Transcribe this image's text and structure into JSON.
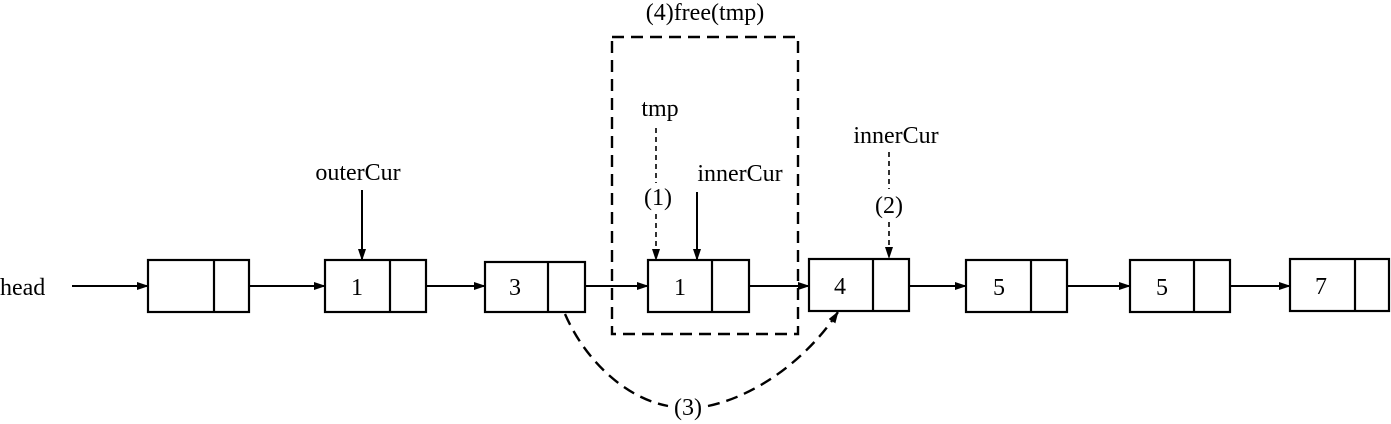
{
  "head_label": "head",
  "nodes": [
    {
      "value": ""
    },
    {
      "value": "1"
    },
    {
      "value": "3"
    },
    {
      "value": "1"
    },
    {
      "value": "4"
    },
    {
      "value": "5"
    },
    {
      "value": "5"
    },
    {
      "value": "7"
    }
  ],
  "pointers": {
    "outer_cur": "outerCur",
    "tmp": "tmp",
    "inner_cur_old": "innerCur",
    "inner_cur_new": "innerCur"
  },
  "steps": {
    "step1": "(1)",
    "step2": "(2)",
    "step3": "(3)",
    "step4": "(4)free(tmp)"
  }
}
